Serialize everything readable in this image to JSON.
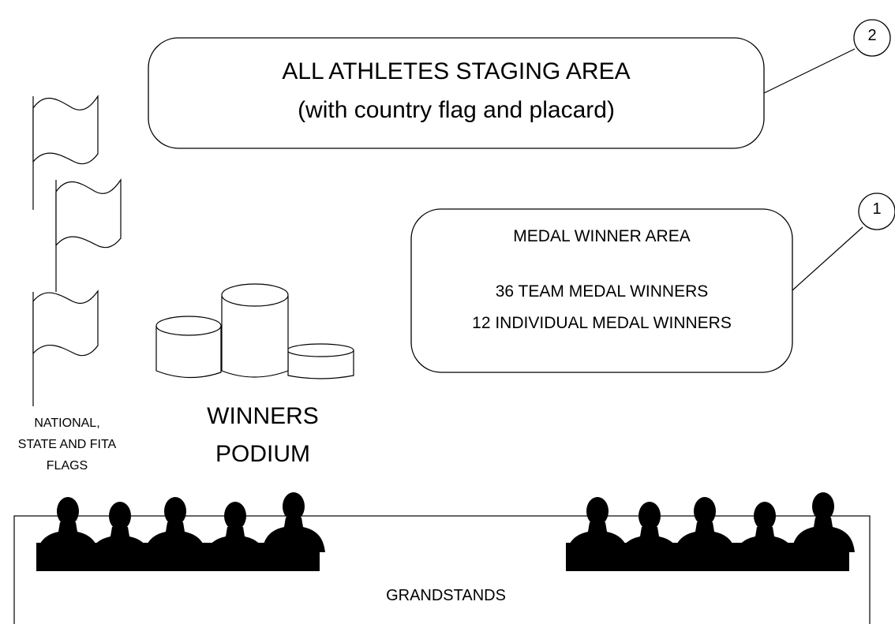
{
  "staging_area": {
    "line1": "ALL ATHLETES STAGING AREA",
    "line2": "(with country flag and placard)",
    "callout": "2"
  },
  "medal_area": {
    "title": "MEDAL WINNER AREA",
    "line1": "36 TEAM  MEDAL WINNERS",
    "line2": "12 INDIVIDUAL MEDAL WINNERS",
    "callout": "1"
  },
  "flags": {
    "line1": "NATIONAL,",
    "line2": "STATE AND FITA",
    "line3": "FLAGS"
  },
  "podium": {
    "line1": "WINNERS",
    "line2": "PODIUM"
  },
  "grandstands": {
    "label": "GRANDSTANDS"
  },
  "colors": {
    "stroke": "#000000",
    "background": "#ffffff",
    "silhouette": "#000000"
  }
}
